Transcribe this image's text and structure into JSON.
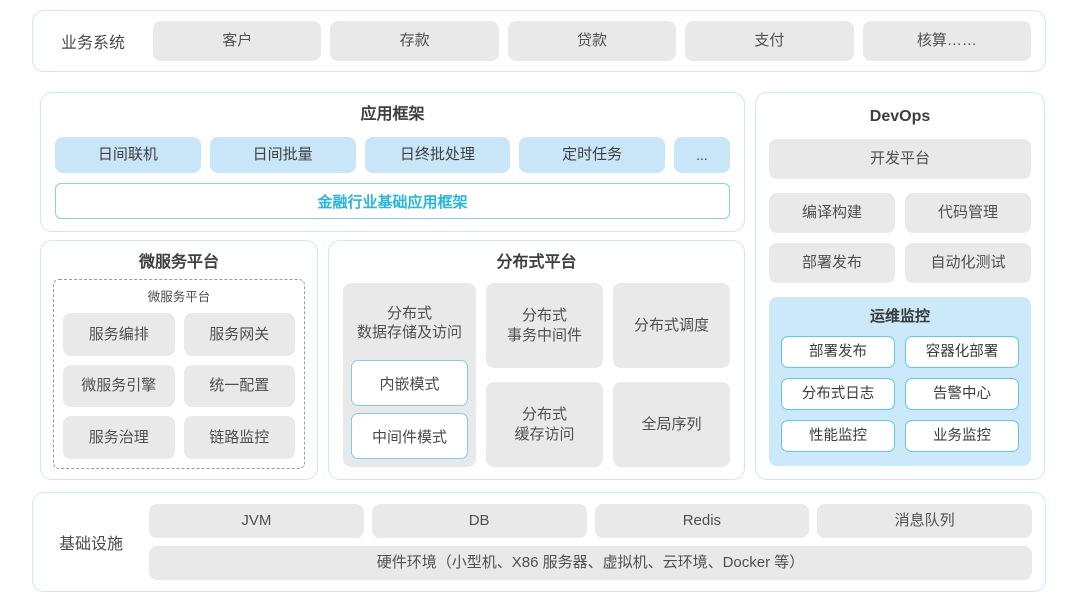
{
  "colors": {
    "accent_text": "#29b5dd",
    "accent_border": "#86d2ec",
    "container_border": "#cfe9f4",
    "light_blue_box": "#c8e6f7",
    "monitor_panel_bg": "#cbe9f8",
    "monitor_box_border": "#5fc8ef",
    "gray_box": "#e9e9e9",
    "title_text": "#3f3f3f"
  },
  "business": {
    "label": "业务系统",
    "items": [
      "客户",
      "存款",
      "贷款",
      "支付",
      "核算……"
    ]
  },
  "app_framework": {
    "title": "应用框架",
    "items": [
      "日间联机",
      "日间批量",
      "日终批处理",
      "定时任务",
      "..."
    ],
    "base_framework": "金融行业基础应用框架"
  },
  "devops": {
    "title": "DevOps",
    "dev_platform": "开发平台",
    "tools": [
      "编译构建",
      "代码管理",
      "部署发布",
      "自动化测试"
    ],
    "monitoring": {
      "title": "运维监控",
      "items": [
        "部署发布",
        "容器化部署",
        "分布式日志",
        "告警中心",
        "性能监控",
        "业务监控"
      ]
    }
  },
  "microservice": {
    "title": "微服务平台",
    "inner_title": "微服务平台",
    "items": [
      "服务编排",
      "服务网关",
      "微服务引擎",
      "统一配置",
      "服务治理",
      "链路监控"
    ]
  },
  "distributed": {
    "title": "分布式平台",
    "storage": {
      "label": "分布式\n数据存储及访问",
      "modes": [
        "内嵌模式",
        "中间件模式"
      ]
    },
    "cells": [
      "分布式\n事务中间件",
      "分布式调度",
      "分布式\n缓存访问",
      "全局序列"
    ]
  },
  "infrastructure": {
    "label": "基础设施",
    "items": [
      "JVM",
      "DB",
      "Redis",
      "消息队列"
    ],
    "hardware": "硬件环境（小型机、X86 服务器、虚拟机、云环境、Docker 等）"
  }
}
